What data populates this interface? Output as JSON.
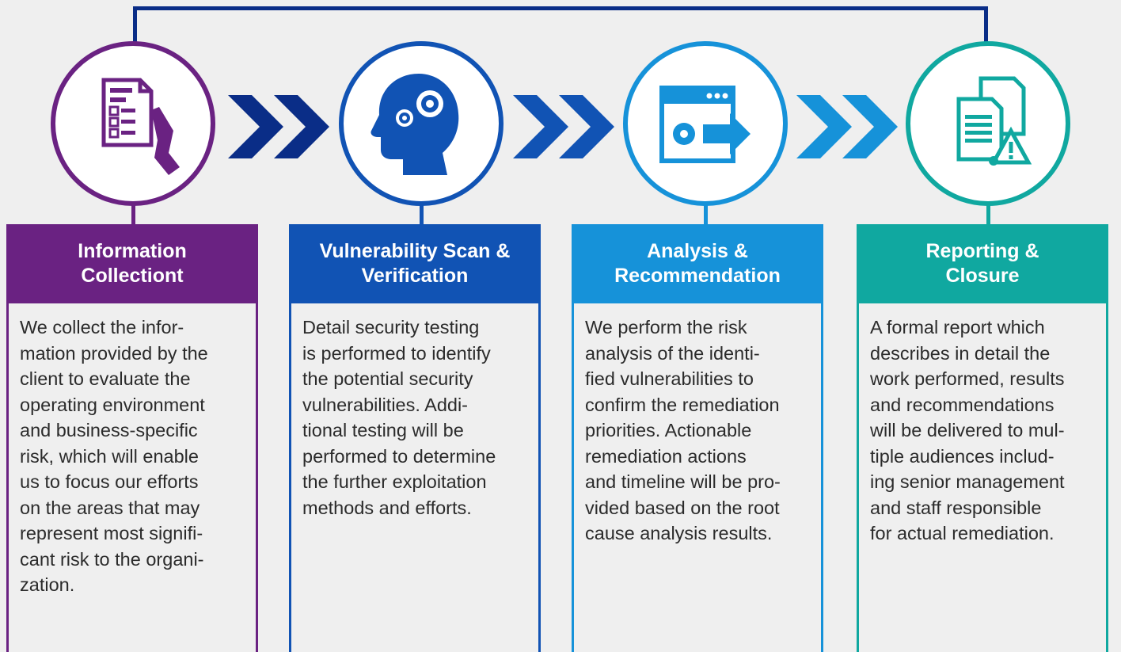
{
  "colors": {
    "line": "#0a2d87",
    "steps": [
      "#6a2282",
      "#1153b4",
      "#1692d9",
      "#10a8a0"
    ],
    "chevrons": [
      "#0a2d87",
      "#1153b4",
      "#1692d9"
    ]
  },
  "steps": [
    {
      "title": "Information\nCollectiont",
      "icon": "checklist-hand-icon",
      "body": "We collect the infor-\nmation provided by the\nclient to evaluate the\noperating environment\nand business-specific\nrisk,  which will enable\nus to focus our efforts\non the areas that may\nrepresent most signifi-\ncant risk to the organi-\nzation."
    },
    {
      "title": "Vulnerability Scan &\nVerification",
      "icon": "head-gears-icon",
      "body": "Detail security testing\nis performed to identify\nthe potential security\nvulnerabilities. Addi-\ntional testing will be\nperformed to determine\nthe further exploitation\nmethods and efforts."
    },
    {
      "title": "Analysis &\nRecommendation",
      "icon": "window-gear-arrow-icon",
      "body": "We perform the risk\nanalysis of the identi-\nfied vulnerabilities to\nconfirm the remediation\npriorities. Actionable\nremediation actions\nand timeline will be pro-\nvided based on the root\ncause analysis results."
    },
    {
      "title": "Reporting &\nClosure",
      "icon": "report-warning-icon",
      "body": "A formal report which\ndescribes in detail the\nwork performed, results\nand recommendations\nwill be delivered to mul-\ntiple audiences includ-\ning senior management\nand staff responsible\nfor actual remediation."
    }
  ]
}
